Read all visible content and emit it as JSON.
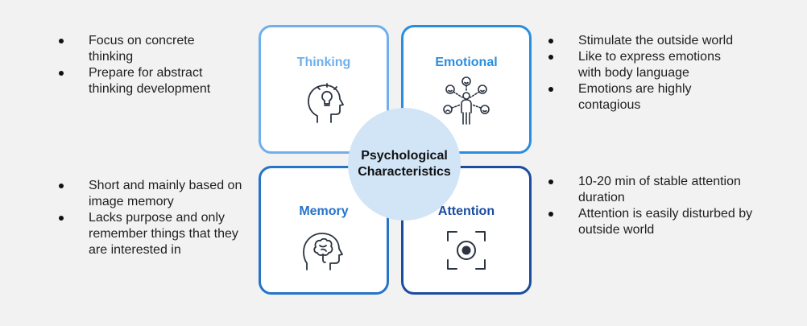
{
  "center": {
    "label_line1": "Psychological",
    "label_line2": "Characteristics",
    "color": "#d1e5f7"
  },
  "cards": {
    "thinking": {
      "title": "Thinking",
      "icon": "head-lightbulb-icon",
      "color": "#6fb0ec"
    },
    "emotional": {
      "title": "Emotional",
      "icon": "person-emotions-icon",
      "color": "#2a8ee0"
    },
    "memory": {
      "title": "Memory",
      "icon": "head-brain-icon",
      "color": "#2673c8"
    },
    "attention": {
      "title": "Attention",
      "icon": "focus-target-icon",
      "color": "#1a4c9f"
    }
  },
  "lists": {
    "thinking": [
      "Focus on concrete thinking",
      "Prepare for abstract thinking development"
    ],
    "emotional": [
      "Stimulate the outside world",
      "Like to express emotions with body language",
      "Emotions are highly contagious"
    ],
    "memory": [
      "Short and mainly based on image memory",
      "Lacks purpose and only remember things that they are interested in"
    ],
    "attention": [
      "10-20 min of stable attention duration",
      "Attention is easily disturbed by outside world"
    ]
  }
}
